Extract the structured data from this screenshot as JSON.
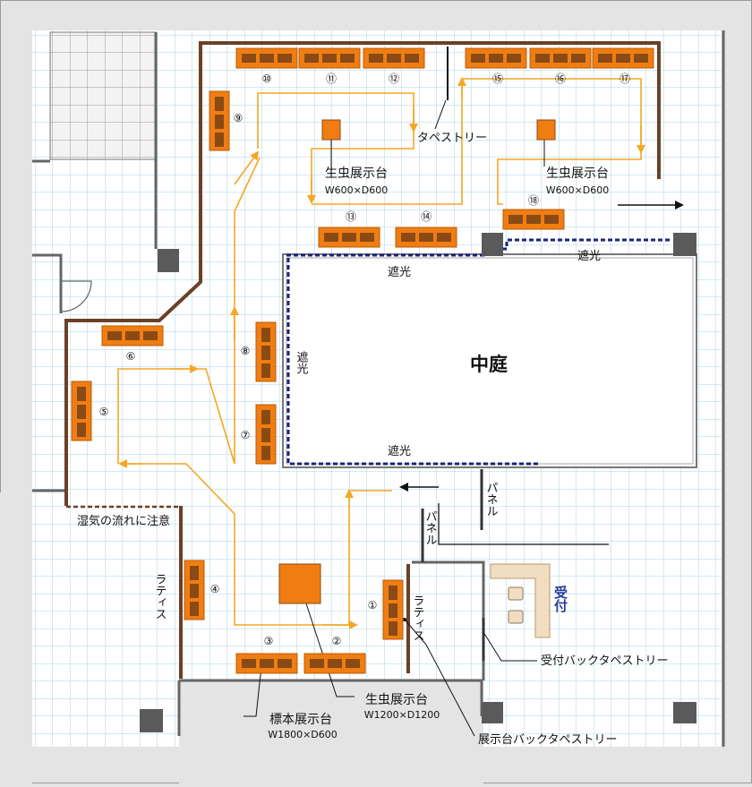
{
  "labels": {
    "courtyard": "中庭",
    "shade_top": "遮光",
    "shade_top_right": "遮光",
    "shade_bottom": "遮光",
    "shade_left": "遮光",
    "tapestry": "タペストリー",
    "live_table_1": "生虫展示台",
    "live_table_1_size": "W600×D600",
    "live_table_2": "生虫展示台",
    "live_table_2_size": "W600×D600",
    "live_table_3": "生虫展示台",
    "live_table_3_size": "W1200×D1200",
    "specimen_table": "標本展示台",
    "specimen_table_size": "W1800×D600",
    "humidity_note": "湿気の流れに注意",
    "lattice_left": "ラティス",
    "lattice_right": "ラティス",
    "panel_1": "パネル",
    "panel_2": "パネル",
    "reception": "受付",
    "reception_back_tapestry": "受付バックタペストリー",
    "display_back_tapestry": "展示台バックタペストリー"
  },
  "booths": [
    {
      "id": "1",
      "label": "①"
    },
    {
      "id": "2",
      "label": "②"
    },
    {
      "id": "3",
      "label": "③"
    },
    {
      "id": "4",
      "label": "④"
    },
    {
      "id": "5",
      "label": "⑤"
    },
    {
      "id": "6",
      "label": "⑥"
    },
    {
      "id": "7",
      "label": "⑦"
    },
    {
      "id": "8",
      "label": "⑧"
    },
    {
      "id": "9",
      "label": "⑨"
    },
    {
      "id": "10",
      "label": "⑩"
    },
    {
      "id": "11",
      "label": "⑪"
    },
    {
      "id": "12",
      "label": "⑫"
    },
    {
      "id": "13",
      "label": "⑬"
    },
    {
      "id": "14",
      "label": "⑭"
    },
    {
      "id": "15",
      "label": "⑮"
    },
    {
      "id": "16",
      "label": "⑯"
    },
    {
      "id": "17",
      "label": "⑰"
    },
    {
      "id": "18",
      "label": "⑱"
    }
  ],
  "colors": {
    "background": "#e4e4e4",
    "floor": "#ffffff",
    "grid": "#a9d4ea",
    "wall": "#6b4026",
    "pillar": "#5a5a5a",
    "booth": "#f07d12",
    "booth_cell": "#8a4a16",
    "route": "#f5a623",
    "shade": "#1a237e",
    "reception_desk": "#f2ddc0",
    "reception_text": "#2a3a9a"
  }
}
